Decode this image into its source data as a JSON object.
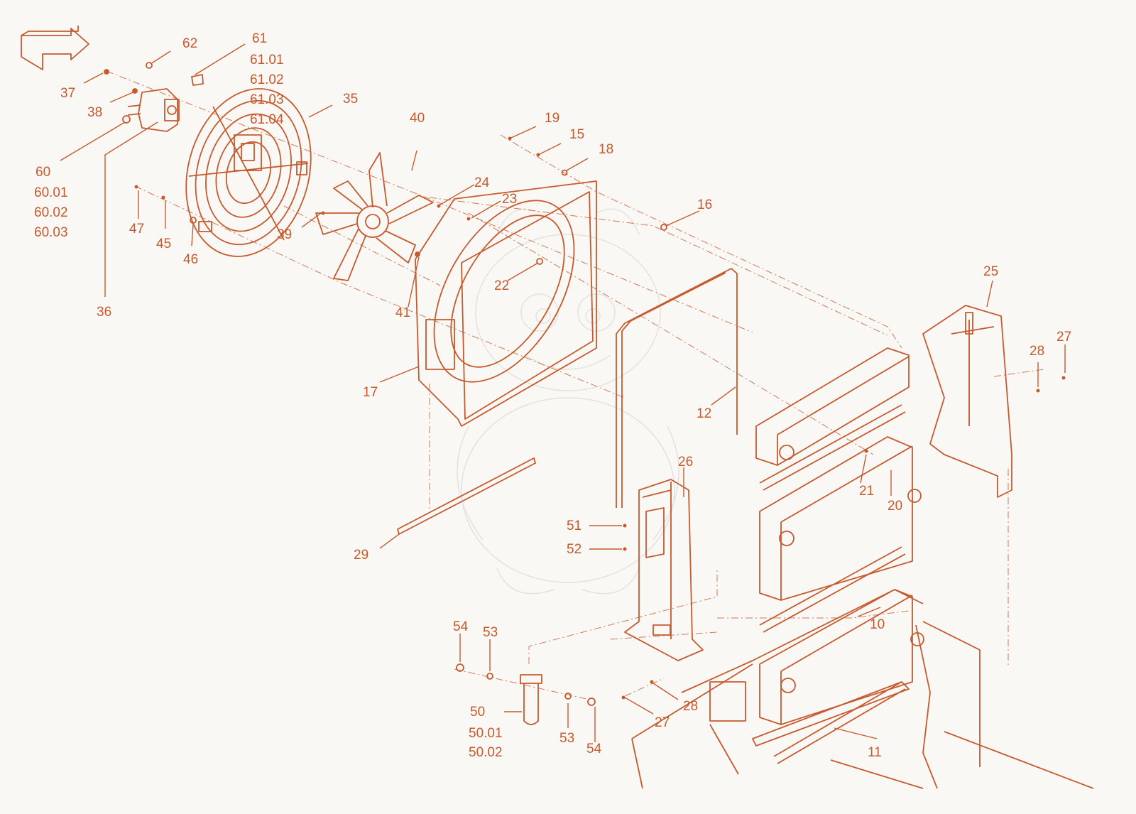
{
  "colors": {
    "accent": "#c65a2e",
    "background": "#faf8f4",
    "watermark": "#e2e2e2"
  },
  "direction_icon": "arrow-icon",
  "callouts": {
    "c10": "10",
    "c11": "11",
    "c12": "12",
    "c15": "15",
    "c16": "16",
    "c17": "17",
    "c18": "18",
    "c19": "19",
    "c20": "20",
    "c21": "21",
    "c22": "22",
    "c23": "23",
    "c24": "24",
    "c25": "25",
    "c26": "26",
    "c27a": "27",
    "c27b": "27",
    "c28a": "28",
    "c28b": "28",
    "c29": "29",
    "c35": "35",
    "c36": "36",
    "c37": "37",
    "c38": "38",
    "c39": "39",
    "c40": "40",
    "c41": "41",
    "c45": "45",
    "c46": "46",
    "c47": "47",
    "c50": "50",
    "c50_01": "50.01",
    "c50_02": "50.02",
    "c51": "51",
    "c52": "52",
    "c53a": "53",
    "c53b": "53",
    "c54a": "54",
    "c54b": "54",
    "c60": "60",
    "c60_01": "60.01",
    "c60_02": "60.02",
    "c60_03": "60.03",
    "c61": "61",
    "c61_01": "61.01",
    "c61_02": "61.02",
    "c61_03": "61.03",
    "c61_04": "61.04",
    "c62": "62"
  }
}
